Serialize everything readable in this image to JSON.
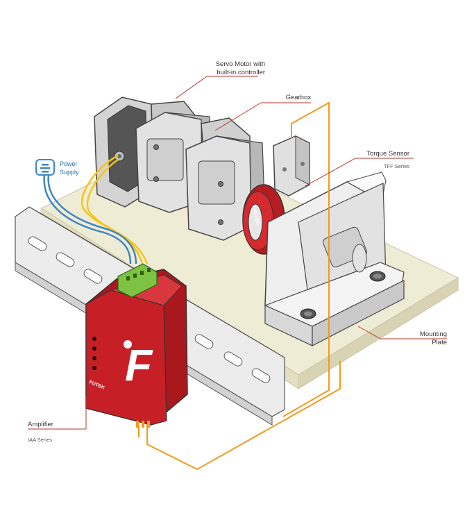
{
  "labels": {
    "servo_motor": {
      "line1": "Servo Motor with",
      "line2": "built-in controller"
    },
    "gearbox": "Gearbox",
    "torque_sensor": {
      "title": "Torque Sensor",
      "series": "TFF Series"
    },
    "power_supply": {
      "line1": "Power",
      "line2": "Supply"
    },
    "mounting_plate": {
      "line1": "Mounting",
      "line2": "Plate"
    },
    "amplifier": {
      "title": "Amplifier",
      "series": "IAA Series"
    }
  },
  "branding": {
    "amplifier_logo": "F",
    "amplifier_brand": "FUTEK",
    "sensor_brand": "FUTEK"
  },
  "colors": {
    "leader_line": "#b5342b",
    "signal_wire": "#f39a1e",
    "power_wire": "#3c86c6",
    "sensor_cable": "#f5c518",
    "amplifier_red": "#c62026",
    "terminal_green": "#7dc242",
    "plate": "#efecd5",
    "rail": "#e4e4e4"
  }
}
